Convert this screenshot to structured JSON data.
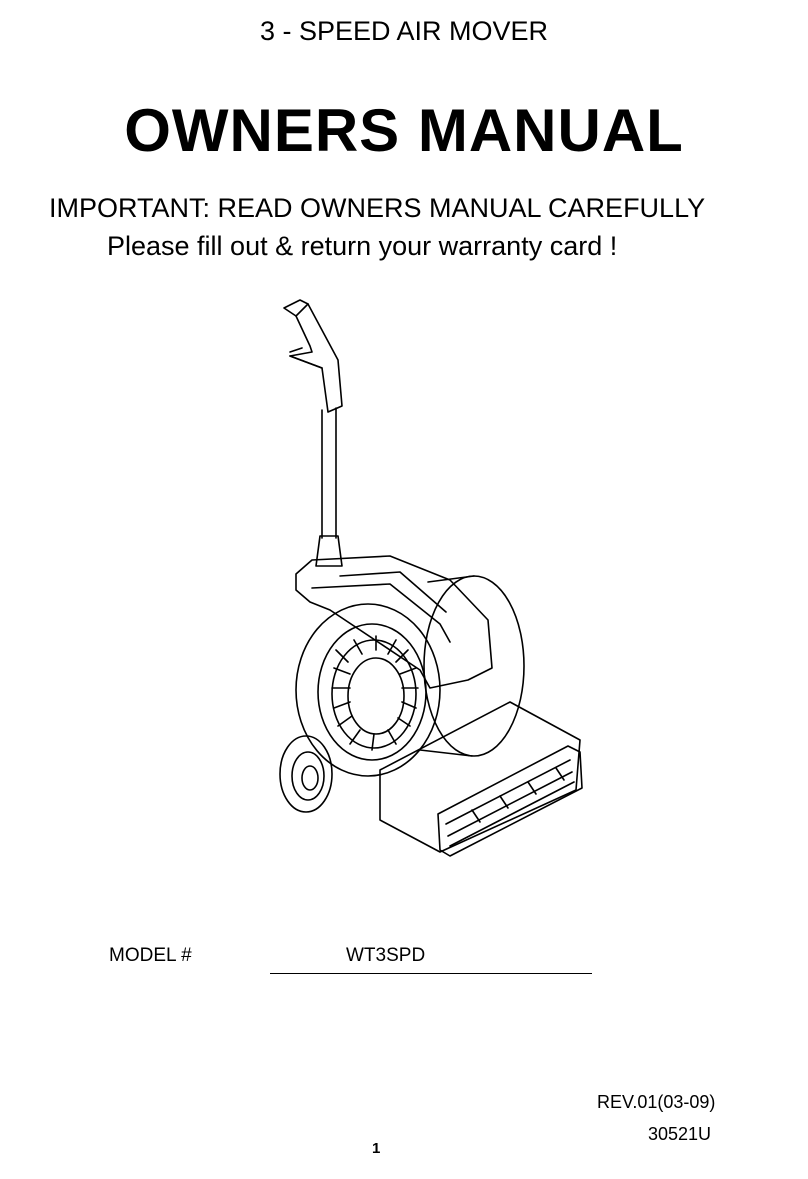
{
  "header": {
    "subtitle": "3 - SPEED AIR MOVER",
    "title": "OWNERS MANUAL"
  },
  "notice": {
    "important": "IMPORTANT: READ OWNERS MANUAL CAREFULLY",
    "warranty": "Please fill out & return your warranty card !"
  },
  "model": {
    "label": "MODEL #",
    "value": "WT3SPD"
  },
  "footer": {
    "revision": "REV.01(03-09)",
    "part_number": "30521U",
    "page_number": "1"
  }
}
